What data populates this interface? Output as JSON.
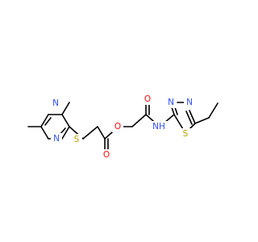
{
  "molecule": {
    "atom_labels": {
      "n1": "N",
      "n3": "N",
      "s_thioether": "S",
      "o_ester": "O",
      "o_carbonyl_ester": "O",
      "o_carbonyl_amide": "O",
      "nh_amide": "NH",
      "n_thiadiazole_1": "N",
      "n_thiadiazole_2": "N",
      "s_thiadiazole": "S"
    },
    "colors": {
      "bond": "#000000",
      "nitrogen": "#3050F8",
      "oxygen": "#FF0D0D",
      "sulfur": "#B8A000"
    }
  }
}
